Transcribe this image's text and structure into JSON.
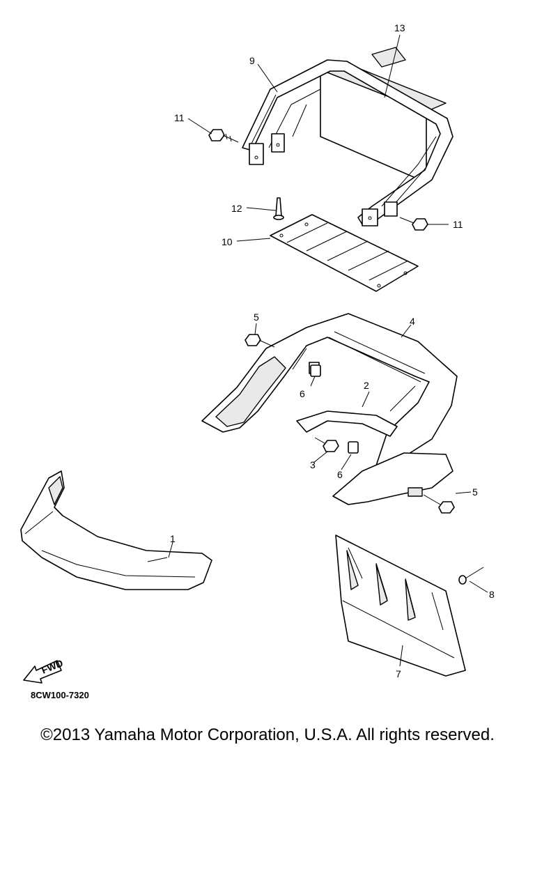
{
  "callouts": {
    "c1": "1",
    "c2": "2",
    "c3": "3",
    "c4": "4",
    "c5a": "5",
    "c5b": "5",
    "c6a": "6",
    "c6b": "6",
    "c7": "7",
    "c8": "8",
    "c9": "9",
    "c10": "10",
    "c11a": "11",
    "c11b": "11",
    "c12": "12",
    "c13": "13"
  },
  "fwd_label": "FWD",
  "diagram_code": "8CW100-7320",
  "copyright": "©2013 Yamaha Motor Corporation, U.S.A. All rights reserved."
}
